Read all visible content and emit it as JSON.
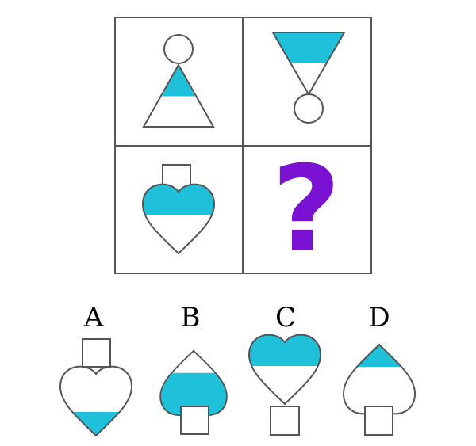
{
  "colors": {
    "fill": "#1ec0da",
    "stroke": "#555555",
    "question": "#7a12d4",
    "grid": "#555555"
  },
  "puzzle": {
    "question_mark": "?"
  },
  "options": [
    {
      "label": "A"
    },
    {
      "label": "B"
    },
    {
      "label": "C"
    },
    {
      "label": "D"
    }
  ]
}
